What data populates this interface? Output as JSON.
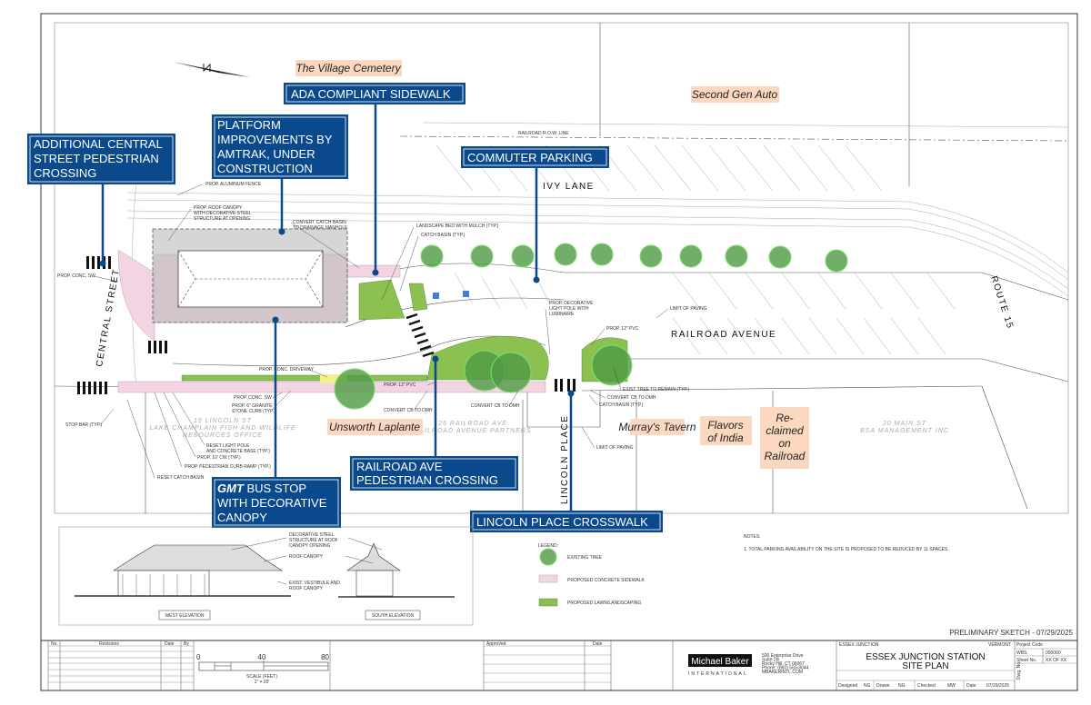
{
  "colors": {
    "callout": "#0a4a8c",
    "label_fill": "#fbd8bf",
    "sidewalk": "#f3d4e3",
    "lawn": "#8cc152",
    "tree": "#4f9a45"
  },
  "callouts": {
    "central_crossing": [
      "ADDITIONAL CENTRAL",
      "STREET PEDESTRIAN",
      "CROSSING"
    ],
    "platform": [
      "PLATFORM",
      "IMPROVEMENTS BY",
      "AMTRAK, UNDER",
      "CONSTRUCTION"
    ],
    "ada": "ADA COMPLIANT SIDEWALK",
    "commuter": "COMMUTER PARKING",
    "bus_stop": {
      "bold": "GMT",
      "line1": " BUS STOP",
      "line2": "WITH DECORATIVE",
      "line3": "CANOPY"
    },
    "railroad_crossing": [
      "RAILROAD AVE",
      "PEDESTRIAN CROSSING"
    ],
    "lincoln": "LINCOLN PLACE CROSSWALK"
  },
  "businesses": {
    "cemetery": "The Village Cemetery",
    "second_gen": "Second Gen Auto",
    "unsworth": "Unsworth Laplante",
    "murrays": "Murray's Tavern",
    "flavors": [
      "Flavors",
      "of India"
    ],
    "reclaimed": [
      "Re-",
      "claimed",
      "on",
      "Railroad"
    ]
  },
  "streets": {
    "ivy": "IVY LANE",
    "railroad": "RAILROAD AVENUE",
    "route15": "ROUTE 15",
    "central": "CENTRAL STREET",
    "lincoln": "LINCOLN PLACE"
  },
  "properties": {
    "p15": [
      "15 LINCOLN ST",
      "LAKE CHAMPLAIN FISH AND WILDLIFE",
      "RESOURCES OFFICE"
    ],
    "p26": [
      "26 RAILROAD AVE",
      "RAILROAD AVENUE PARTNERS"
    ],
    "p20": [
      "20 MAIN ST",
      "BSA MANAGEMENT INC"
    ]
  },
  "annotations": {
    "fence": "PROP. ALUMINUM FENCE",
    "roof": [
      "PROP. ROOF CANOPY",
      "WITH DECORATIVE STEEL",
      "STRUCTURE AT OPENING"
    ],
    "convert_basin": [
      "CONVERT CATCH BASIN",
      "TO DRAINAGE MANHOLE"
    ],
    "landscape_bed": "LANDSCAPE BED WITH MULCH (TYP.)",
    "catch_basin_top": "CATCH BASIN (TYP.)",
    "conc_sw_left": "PROP. CONC. SW",
    "light_pole": [
      "PROP. DECORATIVE",
      "LIGHT POLE WITH",
      "LUMINAIRE"
    ],
    "limit_paving_top": "LIMIT OF PAVING",
    "pvc_right": "PROP. 12\" PVC",
    "driveway": "PROP. CONC. DRIVEWAY",
    "pvc_mid": "PROP. 12\" PVC",
    "exist_tree": "EXIST TREE TO REMAIN (TYP.)",
    "convert_cb_right": "CONVERT CB TO DMH",
    "catch_basin_right": "CATCH BASIN (TYP.)",
    "convert_cb_mid": "CONVERT CB TO DMH",
    "convert_cb_left": "CONVERT CB TO DMH",
    "conc_sw": "PROP. CONC. SW",
    "granite": [
      "PROP. 6\" GRANITE",
      "STONE CURB (TYP.)"
    ],
    "stop_bar": "STOP BAR (TYP.)",
    "reset_pole": [
      "RESET LIGHT POLE",
      "AND CONCRETE BASE (TYP.)"
    ],
    "cw": "PROP. 10' CW (TYP.)",
    "curb_ramp": "PROP. PEDESTRIAN CURB RAMP (TYP.)",
    "reset_basin": "RESET CATCH BASIN",
    "limit_paving_bottom": "LIMIT OF PAVING",
    "row_line": "RAILROAD R.O.W. LINE"
  },
  "elevations": {
    "steel": [
      "DECORATIVE STEEL",
      "STRUCTURE AT ROOF",
      "CANOPY OPENING"
    ],
    "roof": "ROOF CANOPY",
    "vestibule": [
      "EXIST. VESTIBULE AND",
      "ROOF CANOPY"
    ],
    "west": "WEST ELEVATION",
    "south": "SOUTH ELEVATION"
  },
  "legend": {
    "title": "LEGEND:",
    "items": [
      {
        "icon": "existing-tree-icon",
        "label": "EXISTING TREE"
      },
      {
        "icon": "sidewalk-swatch",
        "label": "PROPOSED CONCRETE SIDEWALK"
      },
      {
        "icon": "lawn-swatch",
        "label": "PROPOSED LAWN/LANDSCAPING"
      }
    ]
  },
  "notes": {
    "title": "NOTES:",
    "items": [
      "1.   TOTAL PARKING AVAILABILITY ON THE SITE IS PROPOSED TO BE REDUCED BY 11 SPACES."
    ]
  },
  "sketch_label": "PRELIMINARY SKETCH - 07/29/2025",
  "title_block": {
    "revisions_headers": [
      "No.",
      "Revisions",
      "Date",
      "By"
    ],
    "scale": {
      "ticks": [
        "0",
        "40",
        "80"
      ],
      "label": "SCALE (FEET)",
      "ratio": "1\" = 20'"
    },
    "approved_headers": [
      "Approved",
      "Date"
    ],
    "firm": {
      "name": "Michael Baker",
      "sub": "INTERNATIONAL",
      "address": [
        "500 Enterprise Drive",
        "Suite 2B",
        "Rocky Hill, CT 06067",
        "Phone: (860) 563-3044",
        "MBAKERINTL.COM"
      ]
    },
    "location": "ESSEX JUNCTION",
    "state": "VERMONT",
    "title": [
      "ESSEX JUNCTION STATION",
      "SITE PLAN"
    ],
    "designed_label": "Designed",
    "designed": "NG",
    "drawn_label": "Drawn",
    "drawn": "NG",
    "checked_label": "Checked",
    "checked": "MW",
    "date_label": "Date",
    "date": "07/29/2025",
    "project_code_label": "Project Code",
    "wbs_label": "WBS:",
    "wbs": "000000",
    "sheet_label": "Sheet No.",
    "sheet": "XX  OF  XX",
    "dwg_label": "Dwg. No."
  }
}
